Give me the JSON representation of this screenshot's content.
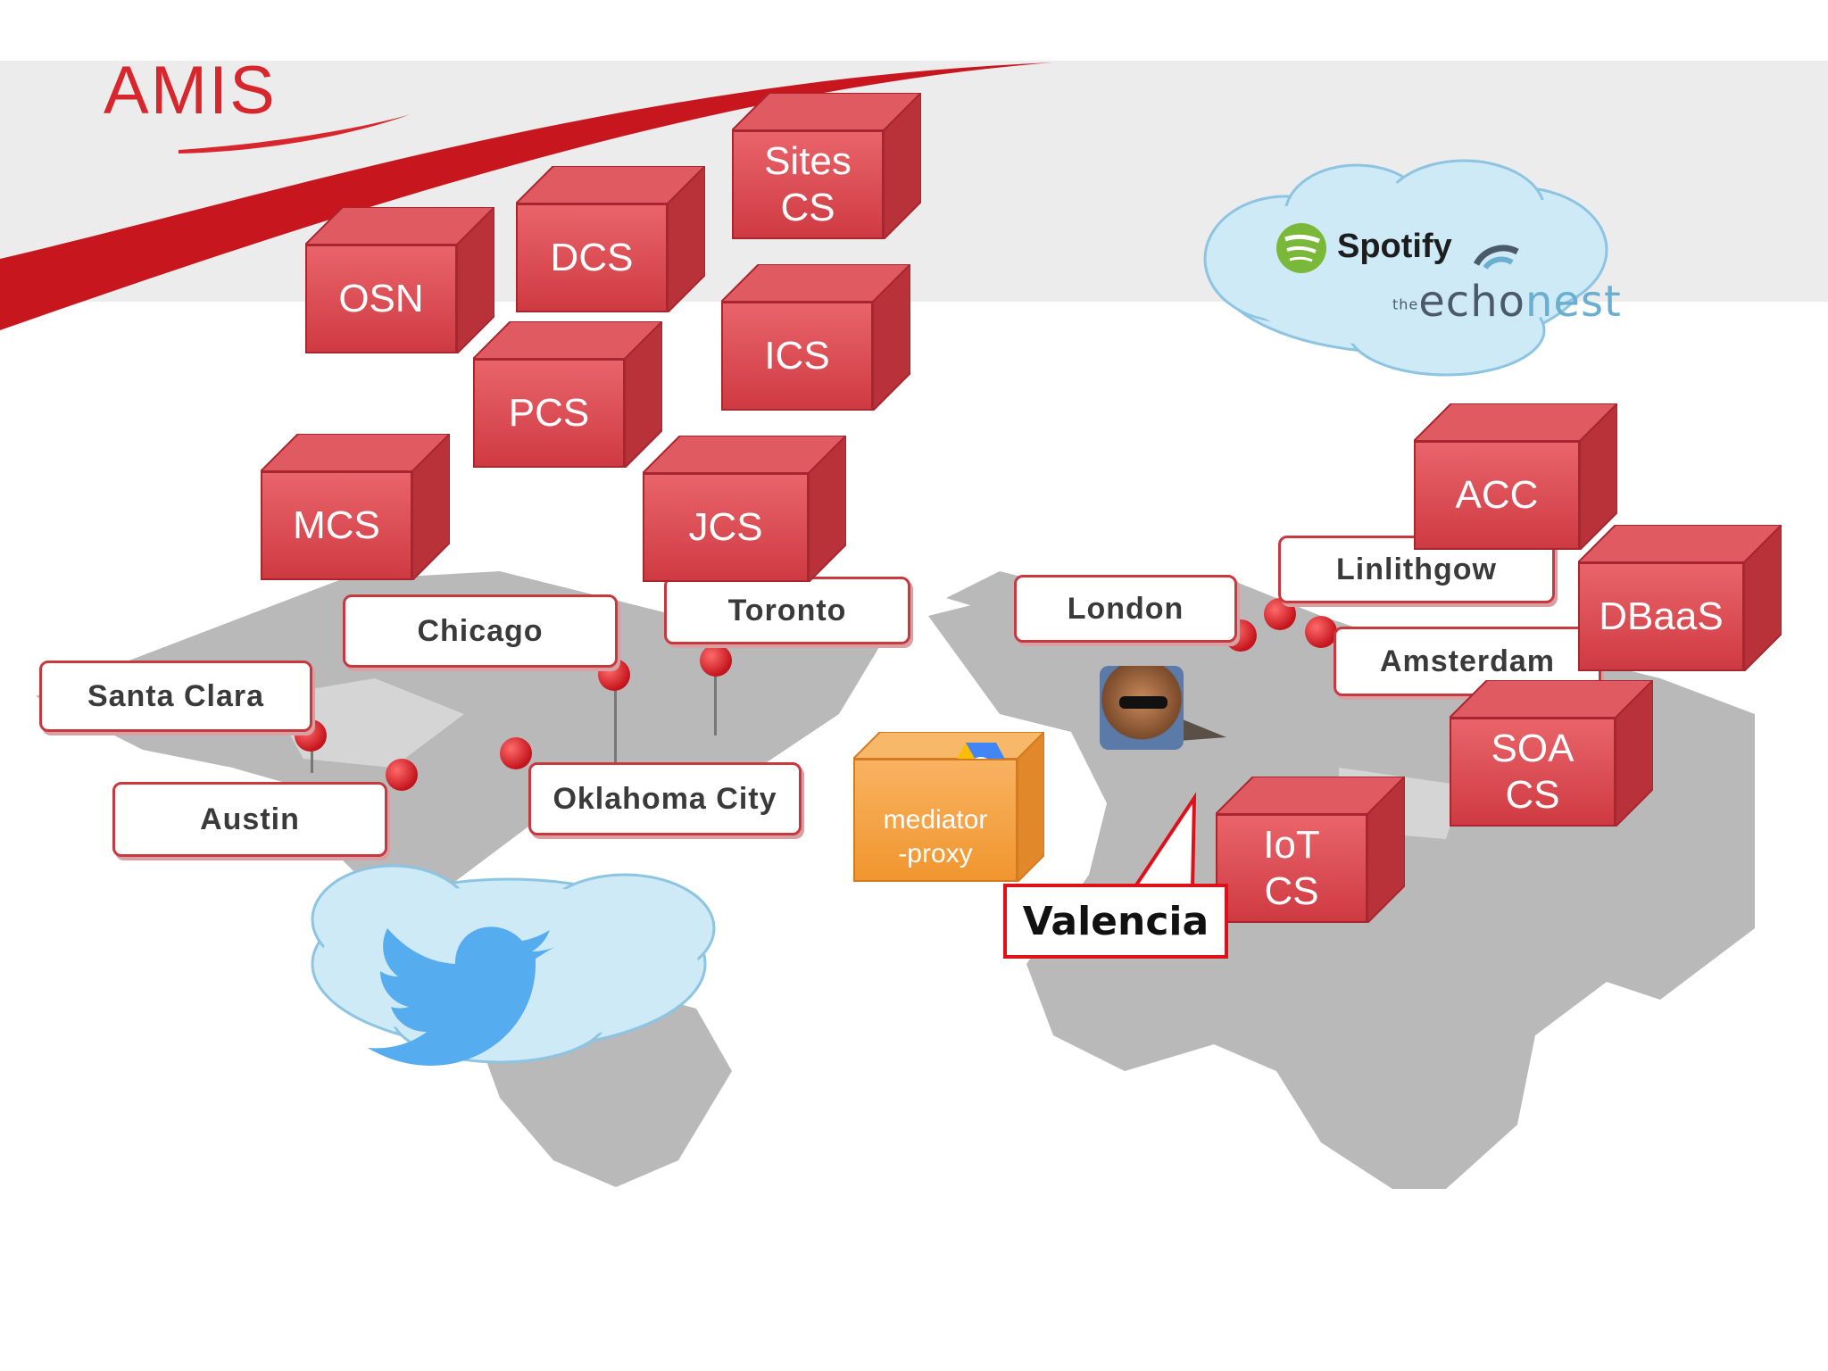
{
  "logo": {
    "text": "AMIS"
  },
  "cloud_services": {
    "sites": [
      "Sites",
      "CS"
    ],
    "dcs": "DCS",
    "osn": "OSN",
    "ics": "ICS",
    "pcs": "PCS",
    "mcs": "MCS",
    "jcs": "JCS",
    "acc": "ACC",
    "dbaas": "DBaaS",
    "soa": [
      "SOA",
      "CS"
    ],
    "iot": [
      "IoT",
      "CS"
    ]
  },
  "mediator": [
    "mediator",
    "-proxy"
  ],
  "cities": {
    "santa_clara": "Santa Clara",
    "chicago": "Chicago",
    "toronto": "Toronto",
    "london": "London",
    "linlithgow": "Linlithgow",
    "amsterdam": "Amsterdam",
    "austin": "Austin",
    "oklahoma": "Oklahoma City"
  },
  "callout": {
    "label": "Valencia"
  },
  "brands": {
    "spotify": "Spotify",
    "echonest_echo": "echo",
    "echonest_nest": "nest",
    "echonest_the": "the"
  },
  "colors": {
    "box_red": "#d9464d",
    "accent": "#d7262c",
    "cloud": "#cfeaf7",
    "twitter": "#55acee",
    "orange": "#f5a342"
  }
}
